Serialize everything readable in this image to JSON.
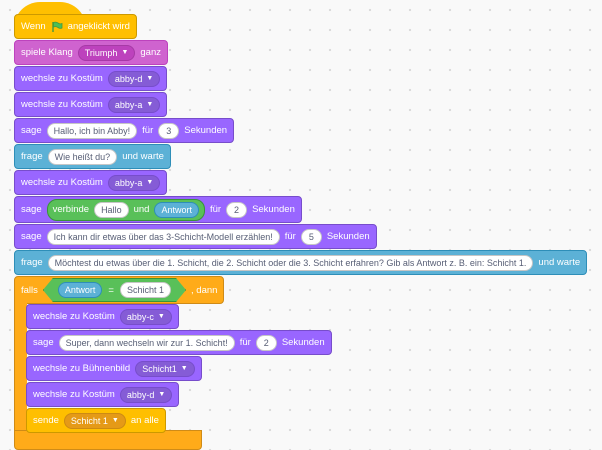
{
  "hat": {
    "when": "Wenn",
    "clicked": "angeklickt wird",
    "icon": "green-flag-icon"
  },
  "sound": {
    "play": "spiele Klang",
    "sound_name": "Triumph",
    "until_done": "ganz"
  },
  "costume1": {
    "label": "wechsle zu Kostüm",
    "value": "abby-d"
  },
  "costume2": {
    "label": "wechsle zu Kostüm",
    "value": "abby-a"
  },
  "say1": {
    "say": "sage",
    "text": "Hallo, ich bin Abby!",
    "for": "für",
    "secs": "3",
    "unit": "Sekunden"
  },
  "ask1": {
    "ask": "frage",
    "text": "Wie heißt du?",
    "wait": "und warte"
  },
  "costume3": {
    "label": "wechsle zu Kostüm",
    "value": "abby-a"
  },
  "say2": {
    "say": "sage",
    "join": "verbinde",
    "a": "Hallo",
    "and": "und",
    "answer": "Antwort",
    "for": "für",
    "secs": "2",
    "unit": "Sekunden"
  },
  "say3": {
    "say": "sage",
    "text": "Ich kann dir etwas über das 3-Schicht-Modell erzählen!",
    "for": "für",
    "secs": "5",
    "unit": "Sekunden"
  },
  "ask2": {
    "ask": "frage",
    "text": "Möchtest du etwas über die 1. Schicht, die 2. Schicht oder die 3. Schicht erfahren? Gib als Antwort z. B. ein: Schicht 1.",
    "wait": "und warte"
  },
  "if": {
    "if": "falls",
    "answer": "Antwort",
    "eq": "=",
    "value": "Schicht 1",
    "then": ", dann"
  },
  "costume4": {
    "label": "wechsle zu Kostüm",
    "value": "abby-c"
  },
  "say4": {
    "say": "sage",
    "text": "Super, dann wechseln wir zur 1. Schicht!",
    "for": "für",
    "secs": "2",
    "unit": "Sekunden"
  },
  "backdrop": {
    "label": "wechsle zu Bühnenbild",
    "value": "Schicht1"
  },
  "costume5": {
    "label": "wechsle zu Kostüm",
    "value": "abby-d"
  },
  "broadcast": {
    "label": "sende",
    "value": "Schicht 1",
    "to": "an alle"
  },
  "colors": {
    "looks": "#9966ff",
    "sound": "#cf63cf",
    "sensing": "#5cb1d6",
    "control": "#ffab19",
    "events": "#ffbf00",
    "operators": "#59c059"
  }
}
